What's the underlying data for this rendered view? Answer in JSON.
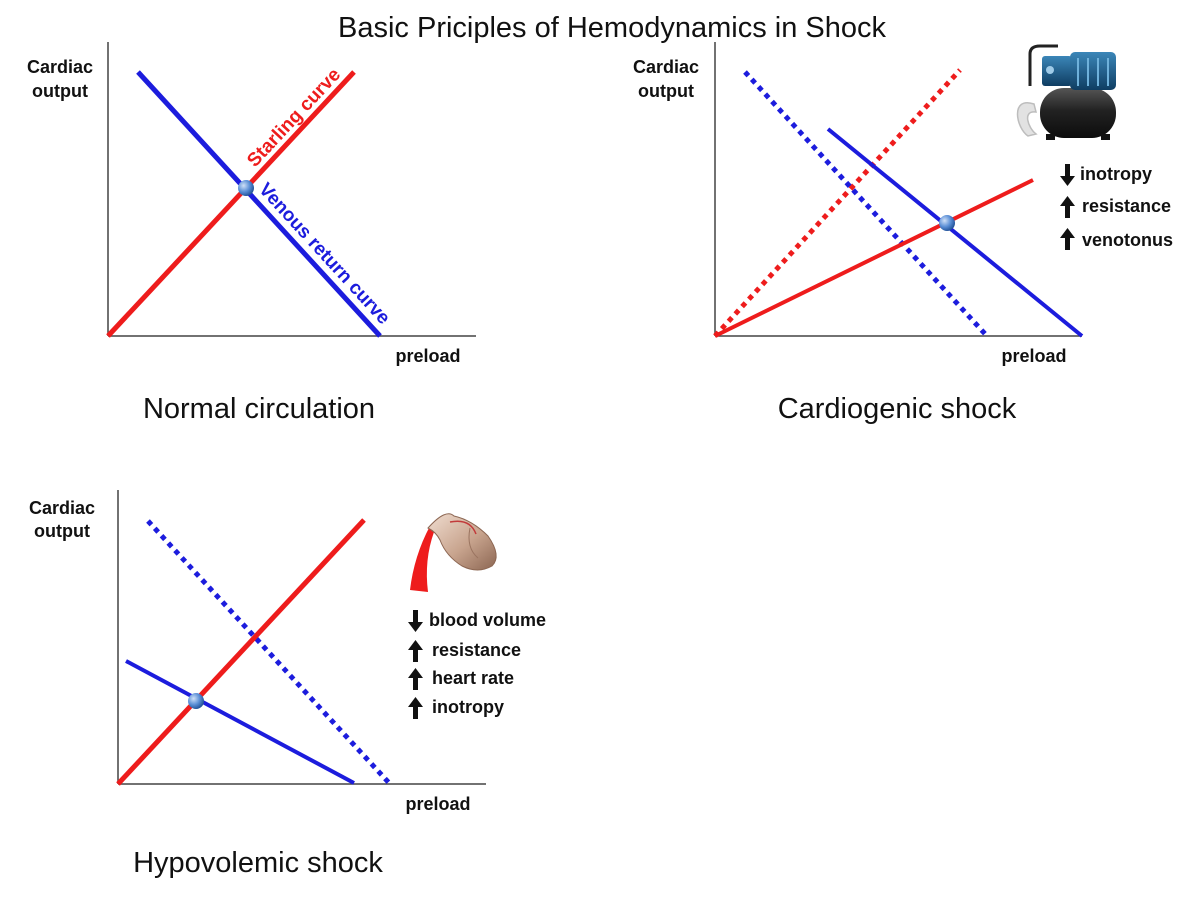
{
  "title": "Basic Priciples of Hemodynamics in Shock",
  "colors": {
    "starling": "#ee1c1c",
    "venous": "#1c1cdd",
    "axis": "#444444",
    "point": "#5b8fd6"
  },
  "panels": [
    {
      "id": "normal",
      "caption": "Normal circulation",
      "ylabel": [
        "Cardiac",
        "output"
      ],
      "xlabel": "preload",
      "curve_labels": {
        "starling": "Starling curve",
        "venous": "Venous return curve"
      },
      "factors": []
    },
    {
      "id": "cardiogenic",
      "caption": "Cardiogenic shock",
      "ylabel": [
        "Cardiac",
        "output"
      ],
      "xlabel": "preload",
      "curve_labels": {},
      "factors": [
        {
          "direction": "down",
          "label": "inotropy"
        },
        {
          "direction": "up",
          "label": "resistance"
        },
        {
          "direction": "up",
          "label": "venotonus"
        }
      ],
      "icon": "water-pump-icon"
    },
    {
      "id": "hypovolemic",
      "caption": "Hypovolemic shock",
      "ylabel": [
        "Cardiac",
        "output"
      ],
      "xlabel": "preload",
      "curve_labels": {},
      "factors": [
        {
          "direction": "down",
          "label": "blood volume"
        },
        {
          "direction": "up",
          "label": "resistance"
        },
        {
          "direction": "up",
          "label": "heart rate"
        },
        {
          "direction": "up",
          "label": "inotropy"
        }
      ],
      "icon": "pouring-vessel-icon"
    }
  ]
}
